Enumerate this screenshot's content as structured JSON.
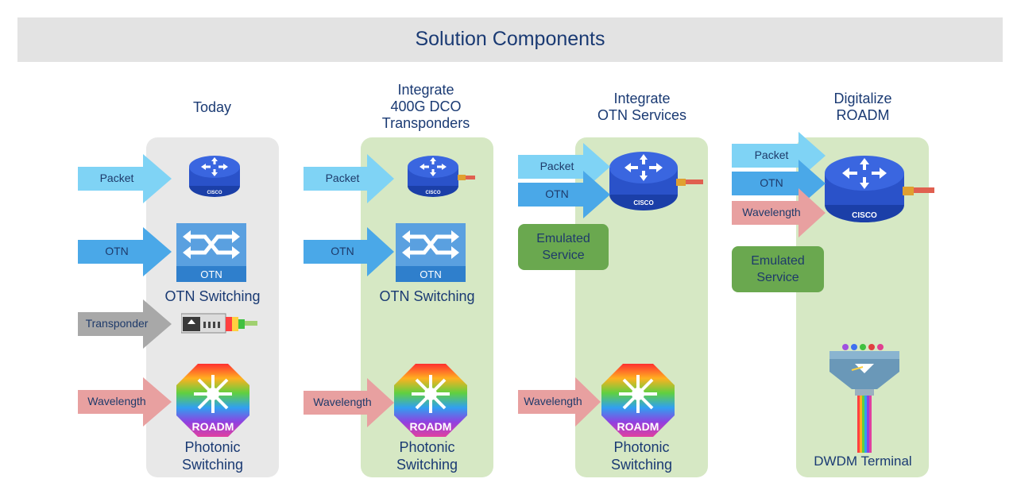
{
  "header": {
    "title": "Solution Components"
  },
  "columns": [
    {
      "title_lines": [
        "Today"
      ],
      "arrows": [
        "Packet",
        "OTN",
        "Transponder",
        "Wavelength"
      ],
      "labels": [
        "OTN Switching",
        "Photonic",
        "Switching"
      ]
    },
    {
      "title_lines": [
        "Integrate",
        "400G DCO",
        "Transponders"
      ],
      "arrows": [
        "Packet",
        "OTN",
        "Wavelength"
      ],
      "labels": [
        "OTN Switching",
        "Photonic",
        "Switching"
      ]
    },
    {
      "title_lines": [
        "Integrate",
        "OTN Services"
      ],
      "arrows": [
        "Packet",
        "OTN",
        "Wavelength"
      ],
      "emulated": [
        "Emulated",
        "Service"
      ],
      "labels": [
        "Photonic",
        "Switching"
      ]
    },
    {
      "title_lines": [
        "Digitalize",
        "ROADM"
      ],
      "arrows": [
        "Packet",
        "OTN",
        "Wavelength"
      ],
      "emulated": [
        "Emulated",
        "Service"
      ],
      "labels": [
        "DWDM Terminal"
      ]
    }
  ],
  "icons": {
    "router": "router-icon",
    "otn_switch": "otn-switch-icon",
    "otn_switch_text": "OTN",
    "roadm": "roadm-icon",
    "roadm_text": "ROADM",
    "cisco_text": "CISCO",
    "transponder": "transponder-icon",
    "dwdm": "dwdm-terminal-icon"
  },
  "colors": {
    "packet": "#7fd3f5",
    "otn": "#4aa8e8",
    "transponder": "#a8a8a8",
    "wavelength": "#e8a0a0",
    "panel_gray": "#e8e8e8",
    "panel_green": "#d6e8c4",
    "emulated": "#6aa84f",
    "text": "#1a3a73"
  }
}
